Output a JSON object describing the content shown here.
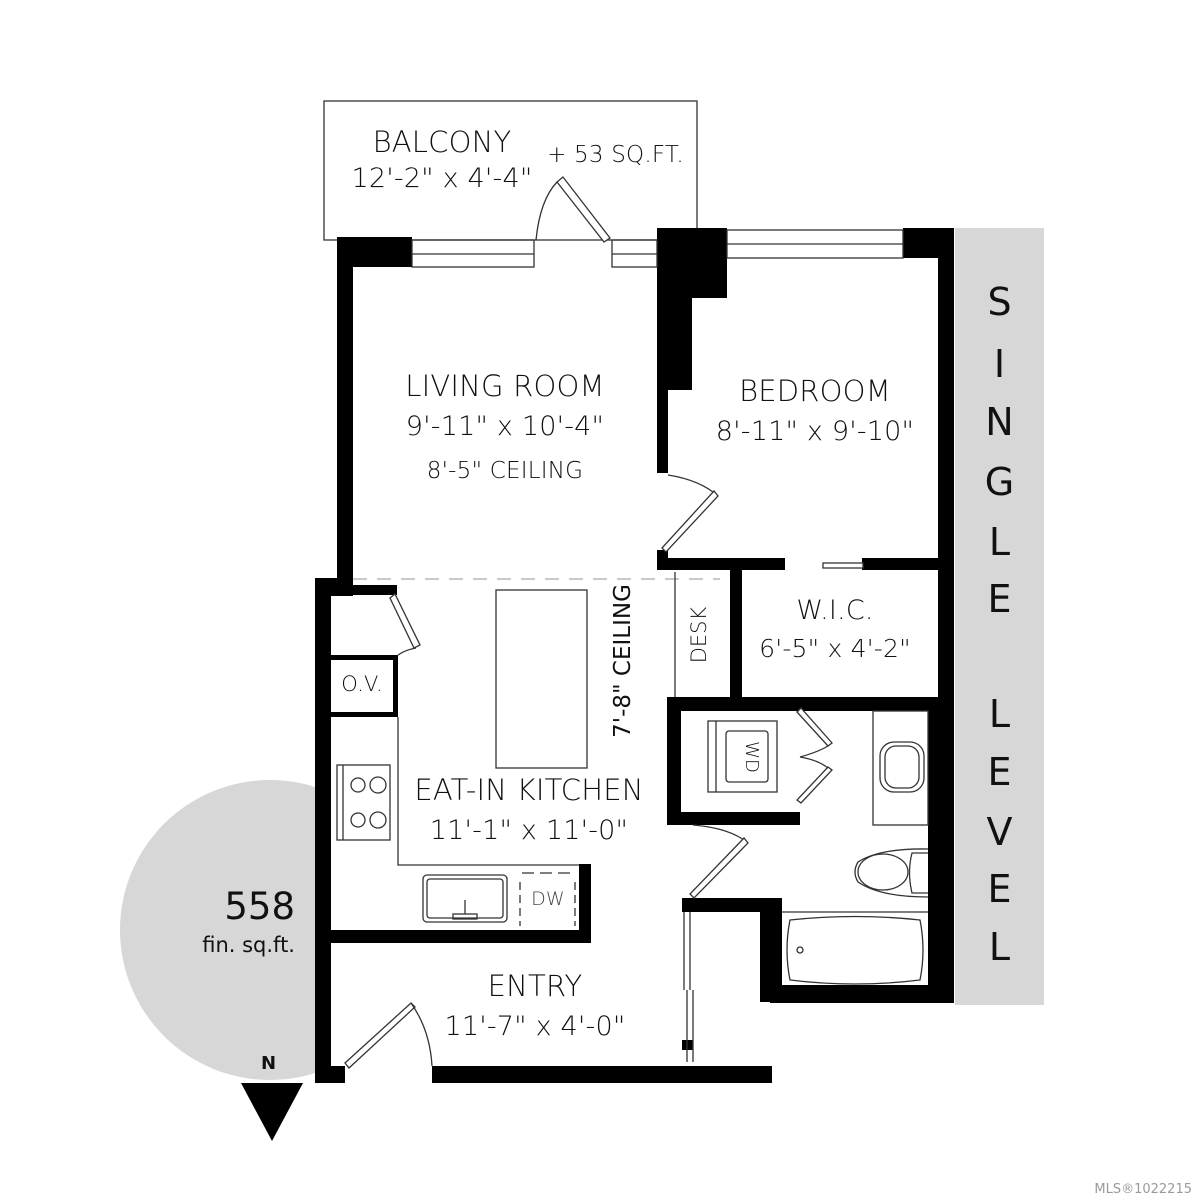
{
  "floorplan": {
    "rooms": {
      "balcony": {
        "name": "BALCONY",
        "dims": "12'-2\" x 4'-4\"",
        "extra": "+ 53 SQ.FT."
      },
      "living_room": {
        "name": "LIVING ROOM",
        "dims": "9'-11\" x 10'-4\"",
        "ceiling": "8'-5\" CEILING"
      },
      "bedroom": {
        "name": "BEDROOM",
        "dims": "8'-11\" x 9'-10\""
      },
      "wic": {
        "name": "W.I.C.",
        "dims": "6'-5\" x 4'-2\""
      },
      "kitchen": {
        "name": "EAT-IN KITCHEN",
        "dims": "11'-1\" x 11'-0\"",
        "ceiling": "7'-8\" CEILING"
      },
      "entry": {
        "name": "ENTRY",
        "dims": "11'-7\" x 4'-0\""
      }
    },
    "fixtures": {
      "desk": "DESK",
      "oven": "O.V.",
      "dishwasher": "DW",
      "washer_dryer": "WD"
    },
    "level_band": {
      "letters_top": [
        "S",
        "I",
        "N",
        "G",
        "L",
        "E"
      ],
      "letters_bottom": [
        "L",
        "E",
        "V",
        "E",
        "L"
      ],
      "color": "#d7d7d7"
    },
    "area": {
      "value": "558",
      "unit": "fin. sq.ft.",
      "badge_color": "#d7d7d7"
    },
    "compass": {
      "label": "N"
    },
    "watermark": "MLS®1022215",
    "colors": {
      "wall": "#000000",
      "line": "#333333",
      "background": "#ffffff"
    }
  }
}
